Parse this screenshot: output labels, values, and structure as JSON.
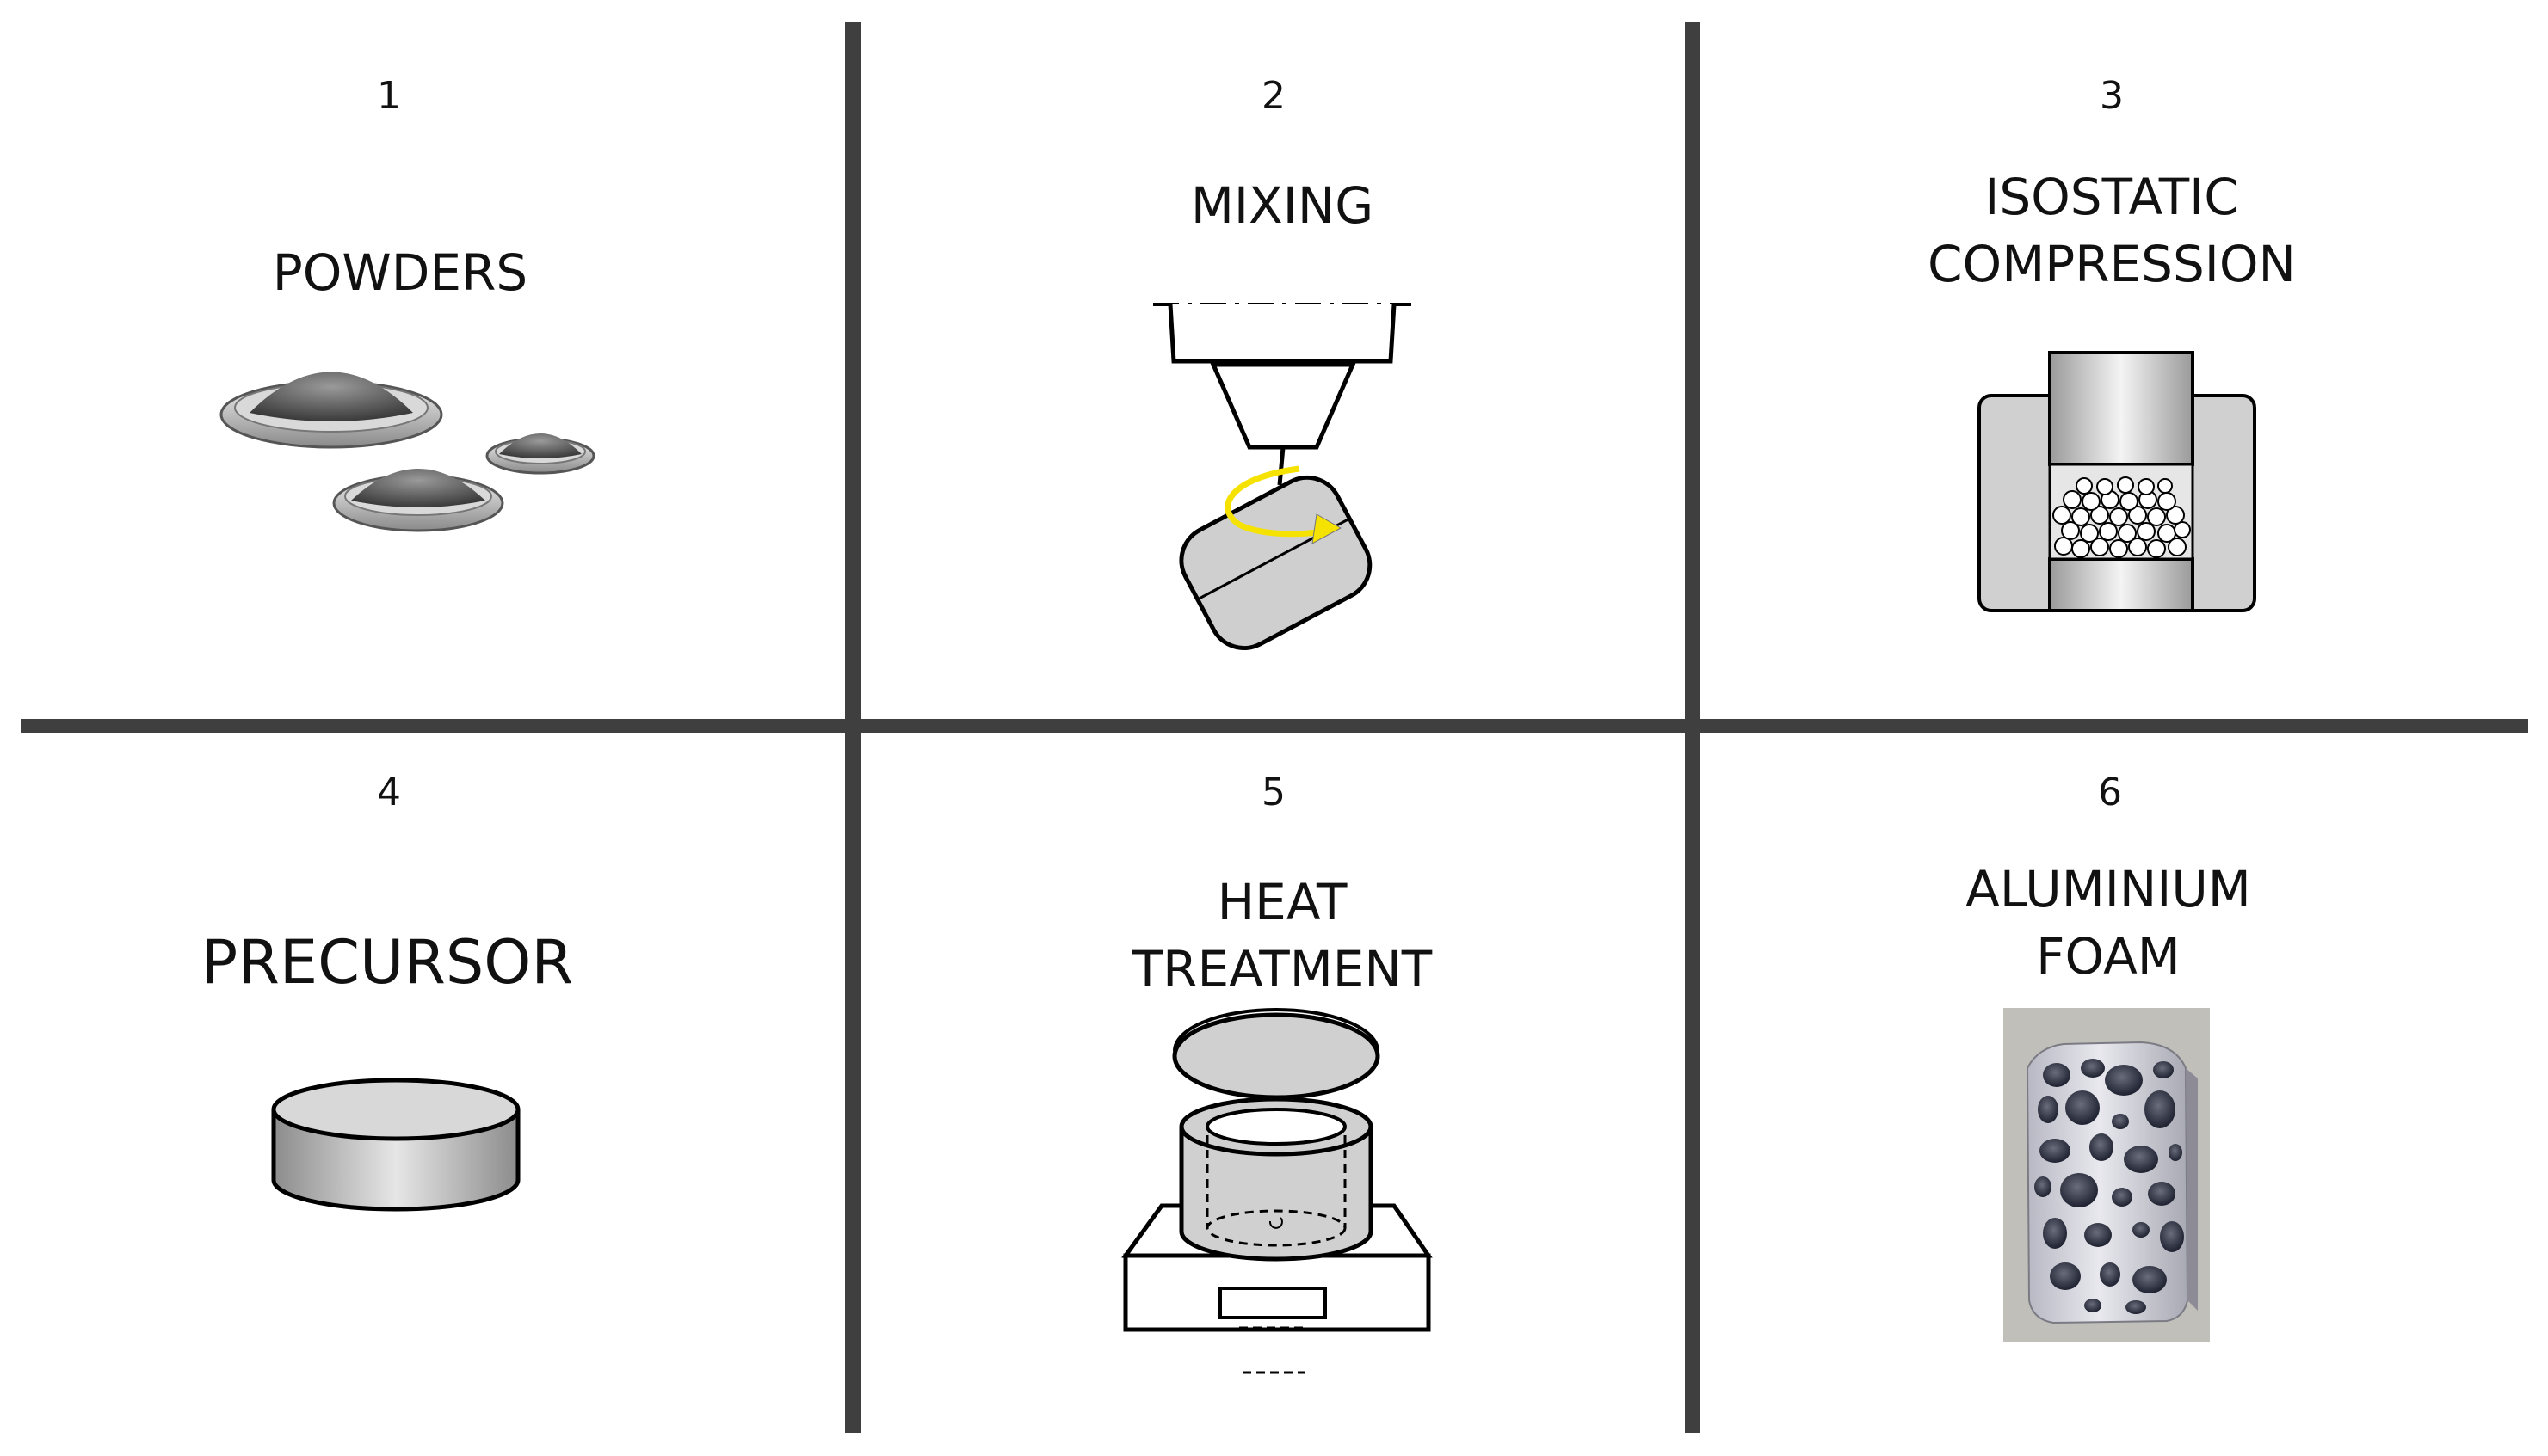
{
  "steps": [
    {
      "number": "1",
      "title": "POWDERS",
      "icon": "powder-piles-icon"
    },
    {
      "number": "2",
      "title": "MIXING",
      "icon": "mixer-icon"
    },
    {
      "number": "3",
      "title": "ISOSTATIC\nCOMPRESSION",
      "icon": "press-die-icon"
    },
    {
      "number": "4",
      "title": "PRECURSOR",
      "icon": "precursor-disc-icon"
    },
    {
      "number": "5",
      "title": "HEAT\nTREATMENT",
      "icon": "furnace-icon"
    },
    {
      "number": "6",
      "title": "ALUMINIUM\nFOAM",
      "icon": "foam-sample-photo"
    }
  ],
  "colors": {
    "divider": "#3f3f3f",
    "mix_arrow": "#f5e200",
    "part_gray": "#cfcfcf"
  }
}
